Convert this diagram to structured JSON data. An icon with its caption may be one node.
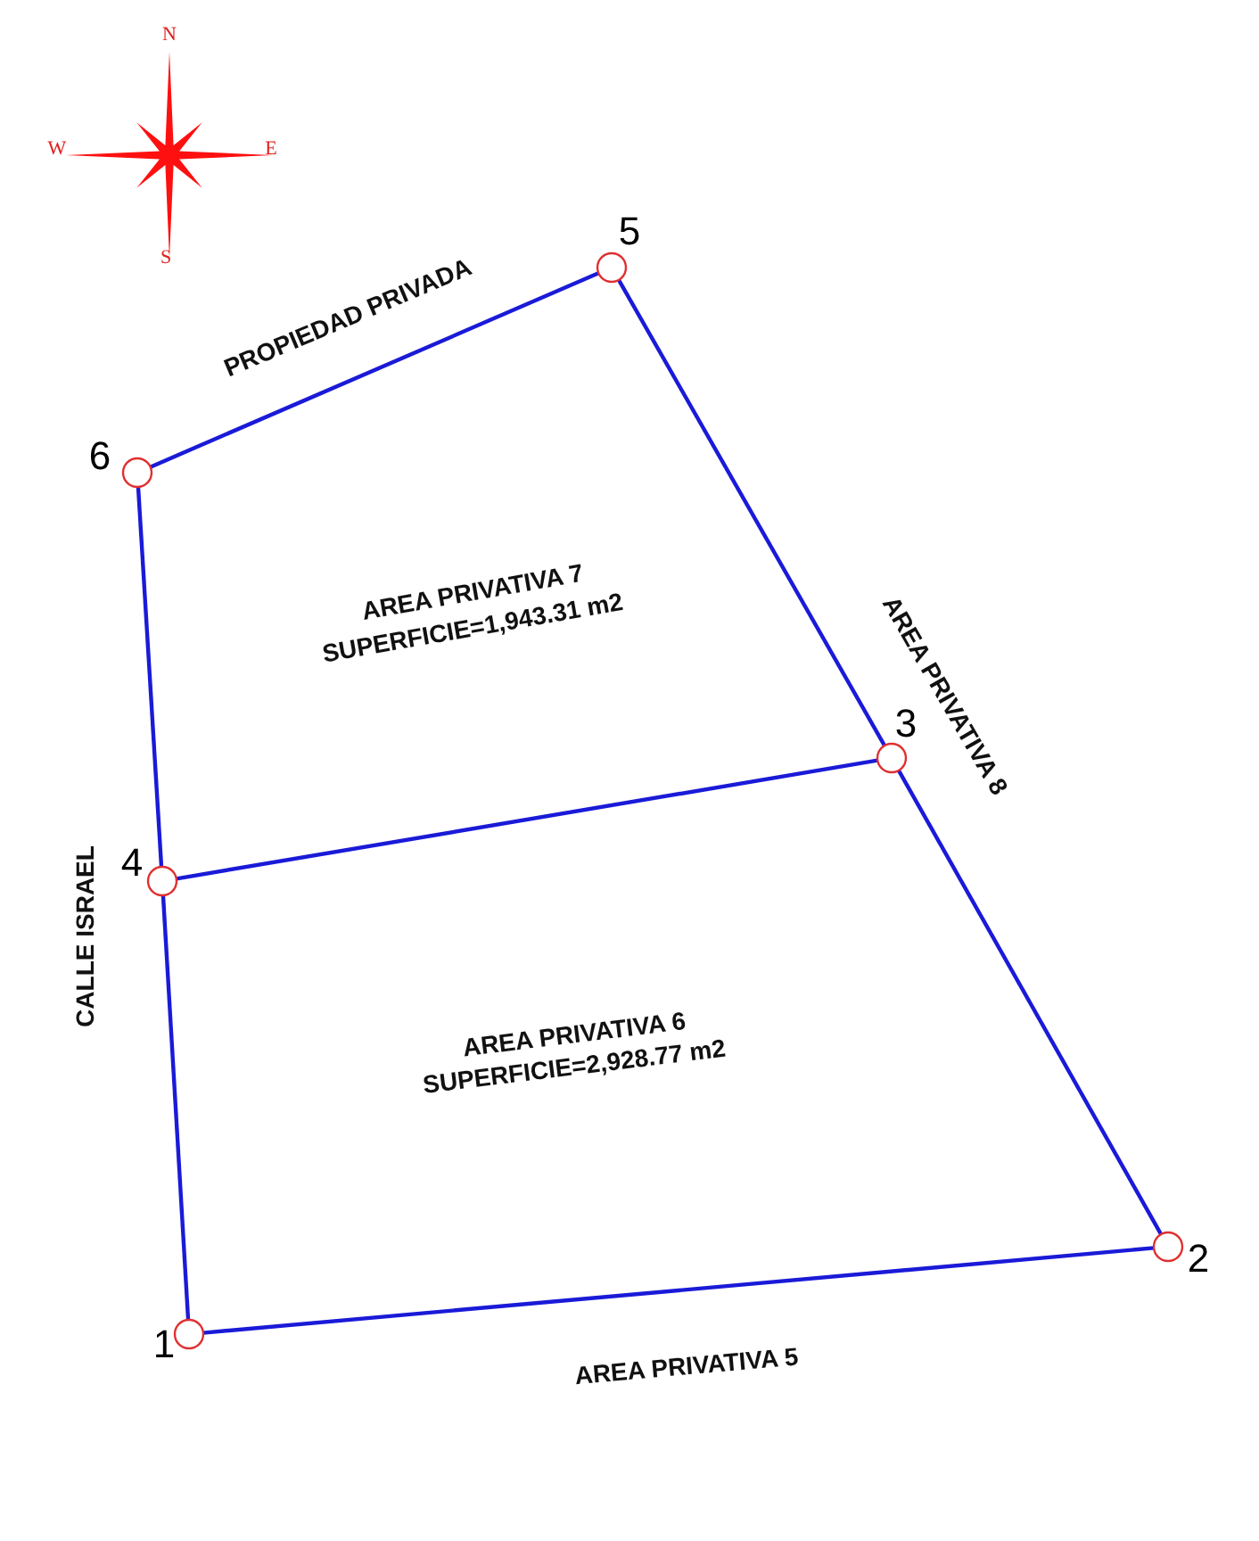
{
  "diagram": {
    "nodes": [
      {
        "text": [],
        "shape": "circle",
        "beside": [
          "1"
        ]
      },
      {
        "text": [],
        "shape": "circle",
        "beside": [
          "2"
        ]
      },
      {
        "text": [],
        "shape": "circle",
        "beside": [
          "3"
        ]
      },
      {
        "text": [],
        "shape": "circle",
        "beside": [
          "4"
        ]
      },
      {
        "text": [],
        "shape": "circle",
        "beside": [
          "5"
        ]
      },
      {
        "text": [],
        "shape": "circle",
        "beside": [
          "6"
        ]
      }
    ],
    "edges": [
      {
        "from": 0,
        "to": 1,
        "arrow": "none"
      },
      {
        "from": 1,
        "to": 2,
        "arrow": "none"
      },
      {
        "from": 2,
        "to": 4,
        "arrow": "none"
      },
      {
        "from": 4,
        "to": 5,
        "arrow": "none"
      },
      {
        "from": 5,
        "to": 3,
        "arrow": "none"
      },
      {
        "from": 3,
        "to": 0,
        "arrow": "none"
      },
      {
        "from": 3,
        "to": 2,
        "arrow": "none"
      }
    ],
    "labels": [
      "N",
      "W",
      "E",
      "S",
      "PROPIEDAD PRIVADA",
      "AREA PRIVATIVA 7",
      "SUPERFICIE=1,943.31 m2",
      "AREA PRIVATIVA 8",
      "CALLE ISRAEL",
      "AREA PRIVATIVA 6",
      "SUPERFICIE=2,928.77 m2",
      "AREA PRIVATIVA 5"
    ]
  }
}
